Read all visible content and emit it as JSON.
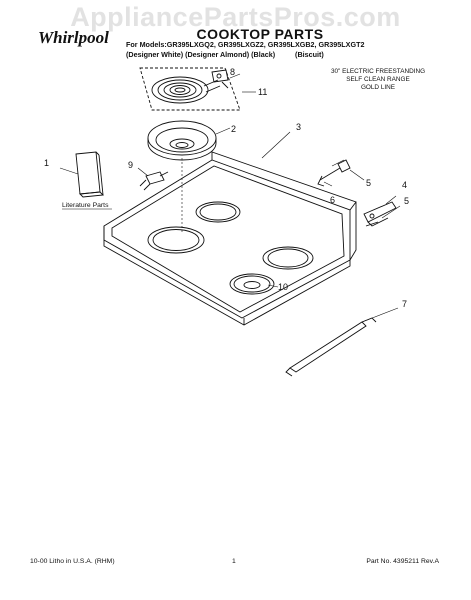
{
  "watermark": "AppliancePartsPros.com",
  "brand": "Whirlpool",
  "header": {
    "title": "COOKTOP PARTS",
    "models_line": "For Models:GR395LXGQ2, GR395LXGZ2, GR395LXGB2, GR395LXGT2",
    "variants_line": "(Designer White) (Designer Almond) (Black)          (Biscuit)"
  },
  "range_note": {
    "line1": "30\" ELECTRIC FREESTANDING",
    "line2": "SELF CLEAN RANGE",
    "line3": "GOLD LINE"
  },
  "parts_labels": {
    "literature": "Literature Parts"
  },
  "callouts": [
    "1",
    "2",
    "3",
    "4",
    "5",
    "5",
    "6",
    "7",
    "8",
    "9",
    "10",
    "11"
  ],
  "footer": {
    "left": "10-00 Litho in U.S.A. (RHM)",
    "page": "1",
    "right": "Part No. 4395211 Rev.A"
  }
}
